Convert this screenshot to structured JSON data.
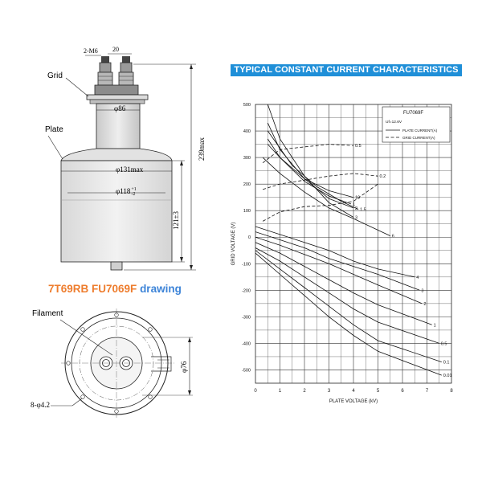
{
  "colors": {
    "title_bg": "#1f8fd8",
    "caption_model": "#ee7d2e",
    "caption_word": "#3d84d8",
    "line": "#222222"
  },
  "drawing": {
    "caption_model": "7T69RB FU7069F",
    "caption_word": "drawing",
    "labels": {
      "thread": "2-M6",
      "thread_pitch": "20",
      "grid": "Grid",
      "plate": "Plate",
      "filament": "Filament",
      "grid_ring_dia": "φ86",
      "body_max_dia": "φ131max",
      "plate_dia": "φ118",
      "plate_dia_tol_upper": "+1",
      "plate_dia_tol_lower": "-2",
      "total_height": "239max",
      "plate_height": "121±3",
      "base_dia": "φ76",
      "holes": "8-φ4.2"
    }
  },
  "chart_data": {
    "type": "line",
    "title": "TYPICAL CONSTANT CURRENT CHARACTERISTICS",
    "legend_title": "FU7069F",
    "legend_condition": "Uf=12.6V",
    "legend_placement": "top-right",
    "xlabel": "PLATE VOLTAGE (kV)",
    "ylabel": "GRID VOLTAGE (V)",
    "xlim": [
      0,
      8
    ],
    "ylim": [
      -550,
      500
    ],
    "x_ticks": [
      "0",
      "1",
      "2",
      "3",
      "4",
      "5",
      "6",
      "7",
      "8"
    ],
    "y_ticks": [
      "500",
      "400",
      "300",
      "200",
      "100",
      "0",
      "-100",
      "-200",
      "-300",
      "-400",
      "-500"
    ],
    "grid": true,
    "series": [
      {
        "name": "PLATE CURRENT(A)",
        "style": "solid",
        "curves": [
          {
            "label": "3",
            "points": [
              [
                0.5,
                500
              ],
              [
                1.0,
                370
              ],
              [
                2.0,
                230
              ],
              [
                3.0,
                130
              ],
              [
                4.0,
                75
              ]
            ]
          },
          {
            "label": "2",
            "points": [
              [
                0.5,
                430
              ],
              [
                1.0,
                330
              ],
              [
                2.0,
                220
              ],
              [
                3.0,
                145
              ],
              [
                4.0,
                110
              ]
            ]
          },
          {
            "label": "1.5",
            "points": [
              [
                0.5,
                400
              ],
              [
                1.5,
                270
              ],
              [
                2.5,
                190
              ],
              [
                3.5,
                135
              ],
              [
                4.2,
                105
              ]
            ]
          },
          {
            "label": "1",
            "points": [
              [
                0.5,
                370
              ],
              [
                1.0,
                300
              ],
              [
                2.0,
                210
              ],
              [
                3.0,
                155
              ],
              [
                3.9,
                125
              ]
            ]
          },
          {
            "label": "10",
            "points": [
              [
                0.5,
                350
              ],
              [
                1.0,
                300
              ],
              [
                2.0,
                220
              ],
              [
                3.0,
                175
              ],
              [
                4.0,
                150
              ]
            ]
          },
          {
            "label": "6",
            "points": [
              [
                0.3,
                300
              ],
              [
                1.0,
                240
              ],
              [
                2.0,
                170
              ],
              [
                3.0,
                110
              ],
              [
                4.0,
                70
              ],
              [
                5.5,
                5
              ]
            ]
          },
          {
            "label": "4",
            "points": [
              [
                0.0,
                40
              ],
              [
                1.0,
                10
              ],
              [
                2.0,
                -20
              ],
              [
                3.0,
                -50
              ],
              [
                4.0,
                -90
              ],
              [
                5.0,
                -120
              ],
              [
                6.5,
                -150
              ]
            ]
          },
          {
            "label": "3",
            "points": [
              [
                0.0,
                20
              ],
              [
                1.0,
                -10
              ],
              [
                2.0,
                -40
              ],
              [
                3.0,
                -80
              ],
              [
                4.0,
                -110
              ],
              [
                5.0,
                -140
              ],
              [
                6.7,
                -200
              ]
            ]
          },
          {
            "label": "2",
            "points": [
              [
                0.0,
                0
              ],
              [
                1.0,
                -30
              ],
              [
                2.0,
                -65
              ],
              [
                3.0,
                -100
              ],
              [
                4.0,
                -140
              ],
              [
                5.0,
                -180
              ],
              [
                6.8,
                -250
              ]
            ]
          },
          {
            "label": "1",
            "points": [
              [
                0.0,
                -20
              ],
              [
                1.0,
                -60
              ],
              [
                2.0,
                -110
              ],
              [
                3.0,
                -160
              ],
              [
                4.0,
                -210
              ],
              [
                5.0,
                -255
              ],
              [
                7.2,
                -330
              ]
            ]
          },
          {
            "label": "0.5",
            "points": [
              [
                0.0,
                -40
              ],
              [
                1.0,
                -90
              ],
              [
                2.0,
                -150
              ],
              [
                3.0,
                -210
              ],
              [
                4.0,
                -270
              ],
              [
                5.0,
                -320
              ],
              [
                7.5,
                -400
              ]
            ]
          },
          {
            "label": "0.1",
            "points": [
              [
                0.0,
                -50
              ],
              [
                1.0,
                -120
              ],
              [
                2.0,
                -190
              ],
              [
                3.0,
                -260
              ],
              [
                4.0,
                -330
              ],
              [
                5.0,
                -390
              ],
              [
                7.6,
                -470
              ]
            ]
          },
          {
            "label": "0.01",
            "points": [
              [
                0.0,
                -60
              ],
              [
                1.0,
                -140
              ],
              [
                2.0,
                -220
              ],
              [
                3.0,
                -300
              ],
              [
                4.0,
                -370
              ],
              [
                5.0,
                -430
              ],
              [
                7.6,
                -520
              ]
            ]
          }
        ]
      },
      {
        "name": "GRID CURRENT(A)",
        "style": "dashed",
        "curves": [
          {
            "label": "0.5",
            "points": [
              [
                0.3,
                280
              ],
              [
                1.0,
                330
              ],
              [
                2.0,
                340
              ],
              [
                3.0,
                350
              ],
              [
                4.0,
                345
              ]
            ]
          },
          {
            "label": "0.2",
            "points": [
              [
                0.3,
                180
              ],
              [
                1.0,
                200
              ],
              [
                2.0,
                215
              ],
              [
                3.0,
                230
              ],
              [
                4.0,
                240
              ],
              [
                5.0,
                230
              ]
            ]
          },
          {
            "label": "",
            "points": [
              [
                0.3,
                60
              ],
              [
                1.0,
                95
              ],
              [
                2.0,
                115
              ],
              [
                3.0,
                120
              ],
              [
                4.0,
                135
              ],
              [
                5.0,
                200
              ]
            ]
          }
        ]
      }
    ]
  }
}
